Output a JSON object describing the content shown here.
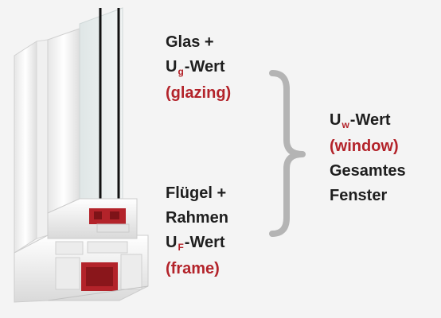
{
  "glazing": {
    "line1": "Glas +",
    "u_letter": "U",
    "u_sub": "g",
    "u_suffix": "-Wert",
    "tag": "(glazing)"
  },
  "frame": {
    "line1": "Flügel +",
    "line2": "Rahmen",
    "u_letter": "U",
    "u_sub": "F",
    "u_suffix": "-Wert",
    "tag": "(frame)"
  },
  "window": {
    "u_letter": "U",
    "u_sub": "w",
    "u_suffix": "-Wert",
    "tag": "(window)",
    "line3": "Gesamtes",
    "line4": "Fenster"
  },
  "colors": {
    "accent_red": "#b3232a",
    "text_dark": "#1e1e1e",
    "brace_gray": "#b4b4b4",
    "background": "#f4f4f4"
  }
}
